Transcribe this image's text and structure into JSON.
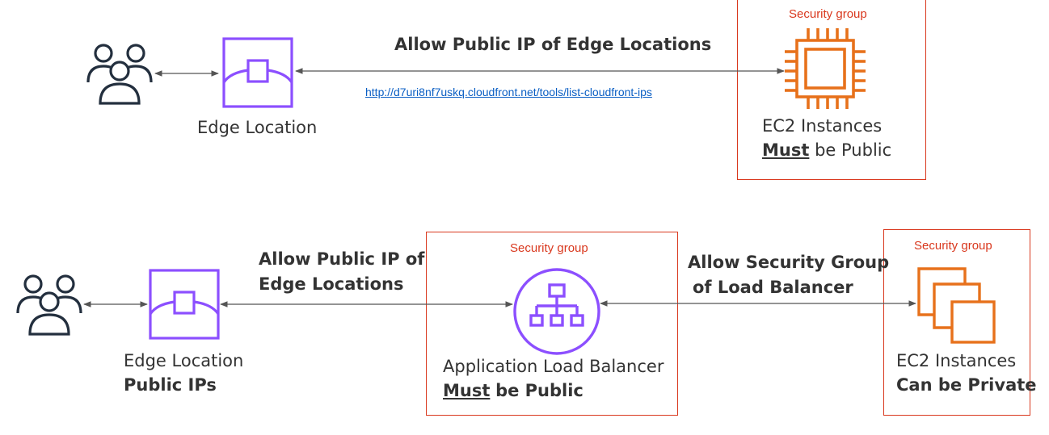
{
  "colors": {
    "security_group": "#d9381e",
    "edge_location": "#8c4fff",
    "ec2": "#e7711b",
    "alb": "#8c4fff",
    "text": "#333333",
    "link": "#0b5fc4",
    "arrow": "#555555",
    "users": "#232f3e"
  },
  "top_scenario": {
    "users_icon": "users-icon",
    "edge_icon": "edge-location-icon",
    "edge_label": "Edge Location",
    "arrow_label": "Allow Public IP of Edge Locations",
    "link_text": "http://d7uri8nf7uskq.cloudfront.net/tools/list-cloudfront-ips",
    "security_group_label": "Security group",
    "ec2_icon": "ec2-chip-icon",
    "ec2_label_line1": "EC2 Instances",
    "ec2_label_must": "Must",
    "ec2_label_rest": "be Public"
  },
  "bottom_scenario": {
    "users_icon": "users-icon",
    "edge_icon": "edge-location-icon",
    "edge_label_line1": "Edge Location",
    "edge_label_line2": "Public IPs",
    "arrow1_label_line1": "Allow Public IP of",
    "arrow1_label_line2": "Edge Locations",
    "alb_security_group_label": "Security group",
    "alb_icon": "load-balancer-icon",
    "alb_label_line1": "Application Load Balancer",
    "alb_label_must": "Must",
    "alb_label_rest": "be Public",
    "arrow2_label_line1": "Allow Security Group",
    "arrow2_label_line2": "of Load Balancer",
    "ec2_security_group_label": "Security group",
    "ec2_icon": "ec2-instances-icon",
    "ec2_label_line1": "EC2 Instances",
    "ec2_label_line2": "Can be Private"
  }
}
